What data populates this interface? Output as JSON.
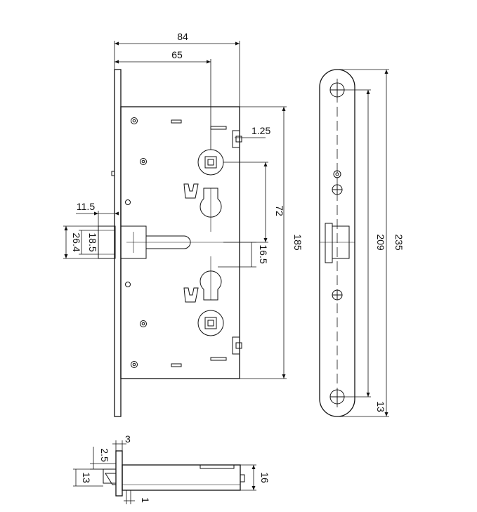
{
  "dimensions": {
    "width_84": "84",
    "width_65": "65",
    "thickness_1_25": "1.25",
    "backset_11_5": "11.5",
    "bolt_26_4": "26.4",
    "bolt_18_5": "18.5",
    "spacing_72": "72",
    "offset_16_5": "16.5",
    "height_185": "185",
    "faceplate_209": "209",
    "faceplate_235": "235",
    "end_13": "13",
    "bottom_3": "3",
    "bottom_2_5": "2.5",
    "bottom_13": "13",
    "bottom_16": "16",
    "bottom_1": "1"
  }
}
